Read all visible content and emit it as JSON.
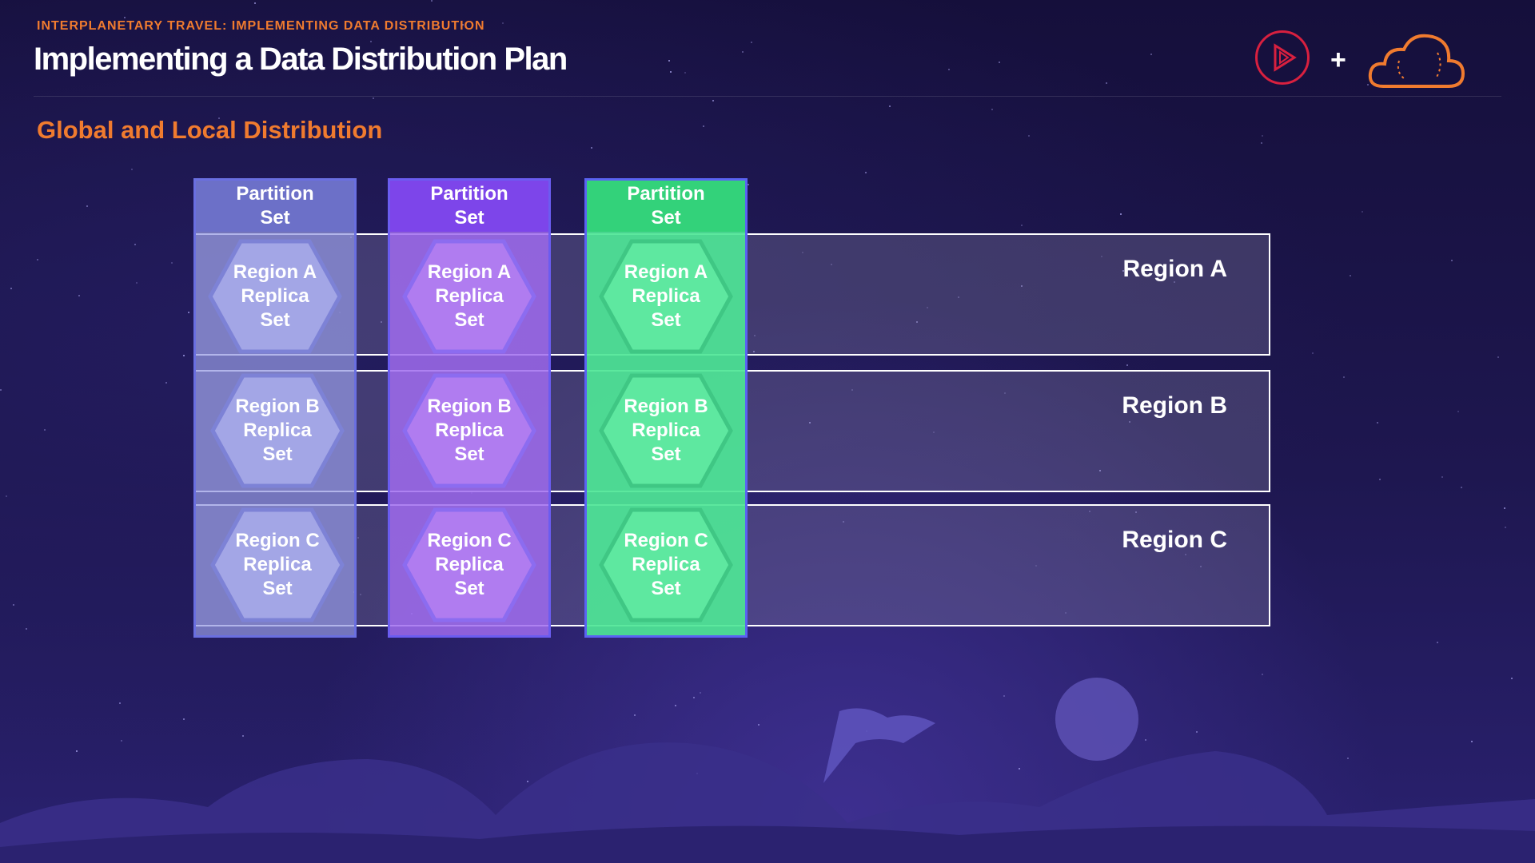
{
  "header": {
    "eyebrow": "INTERPLANETARY TRAVEL: IMPLEMENTING DATA DISTRIBUTION",
    "title": "Implementing a Data Distribution Plan",
    "plus": "+"
  },
  "subtitle": "Global and Local Distribution",
  "columns": [
    {
      "label": "Partition\nSet",
      "color": "#6c70c8"
    },
    {
      "label": "Partition\nSet",
      "color": "#7d45ea"
    },
    {
      "label": "Partition\nSet",
      "color": "#33d27a"
    }
  ],
  "regions": [
    {
      "label": "Region A",
      "cells": [
        "Region A\nReplica\nSet",
        "Region A\nReplica\nSet",
        "Region A\nReplica\nSet"
      ]
    },
    {
      "label": "Region B",
      "cells": [
        "Region B\nReplica\nSet",
        "Region B\nReplica\nSet",
        "Region B\nReplica\nSet"
      ]
    },
    {
      "label": "Region C",
      "cells": [
        "Region C\nReplica\nSet",
        "Region C\nReplica\nSet",
        "Region C\nReplica\nSet"
      ]
    }
  ],
  "colors": {
    "accent_orange": "#f07b2f",
    "logo_red": "#d8203f",
    "hex_fill_col1": "#a3a6e6",
    "hex_fill_col2": "#b07cf0",
    "hex_fill_col3": "#5ee8a0"
  },
  "icons": [
    "play-logo-icon",
    "cloud-logo-icon"
  ]
}
